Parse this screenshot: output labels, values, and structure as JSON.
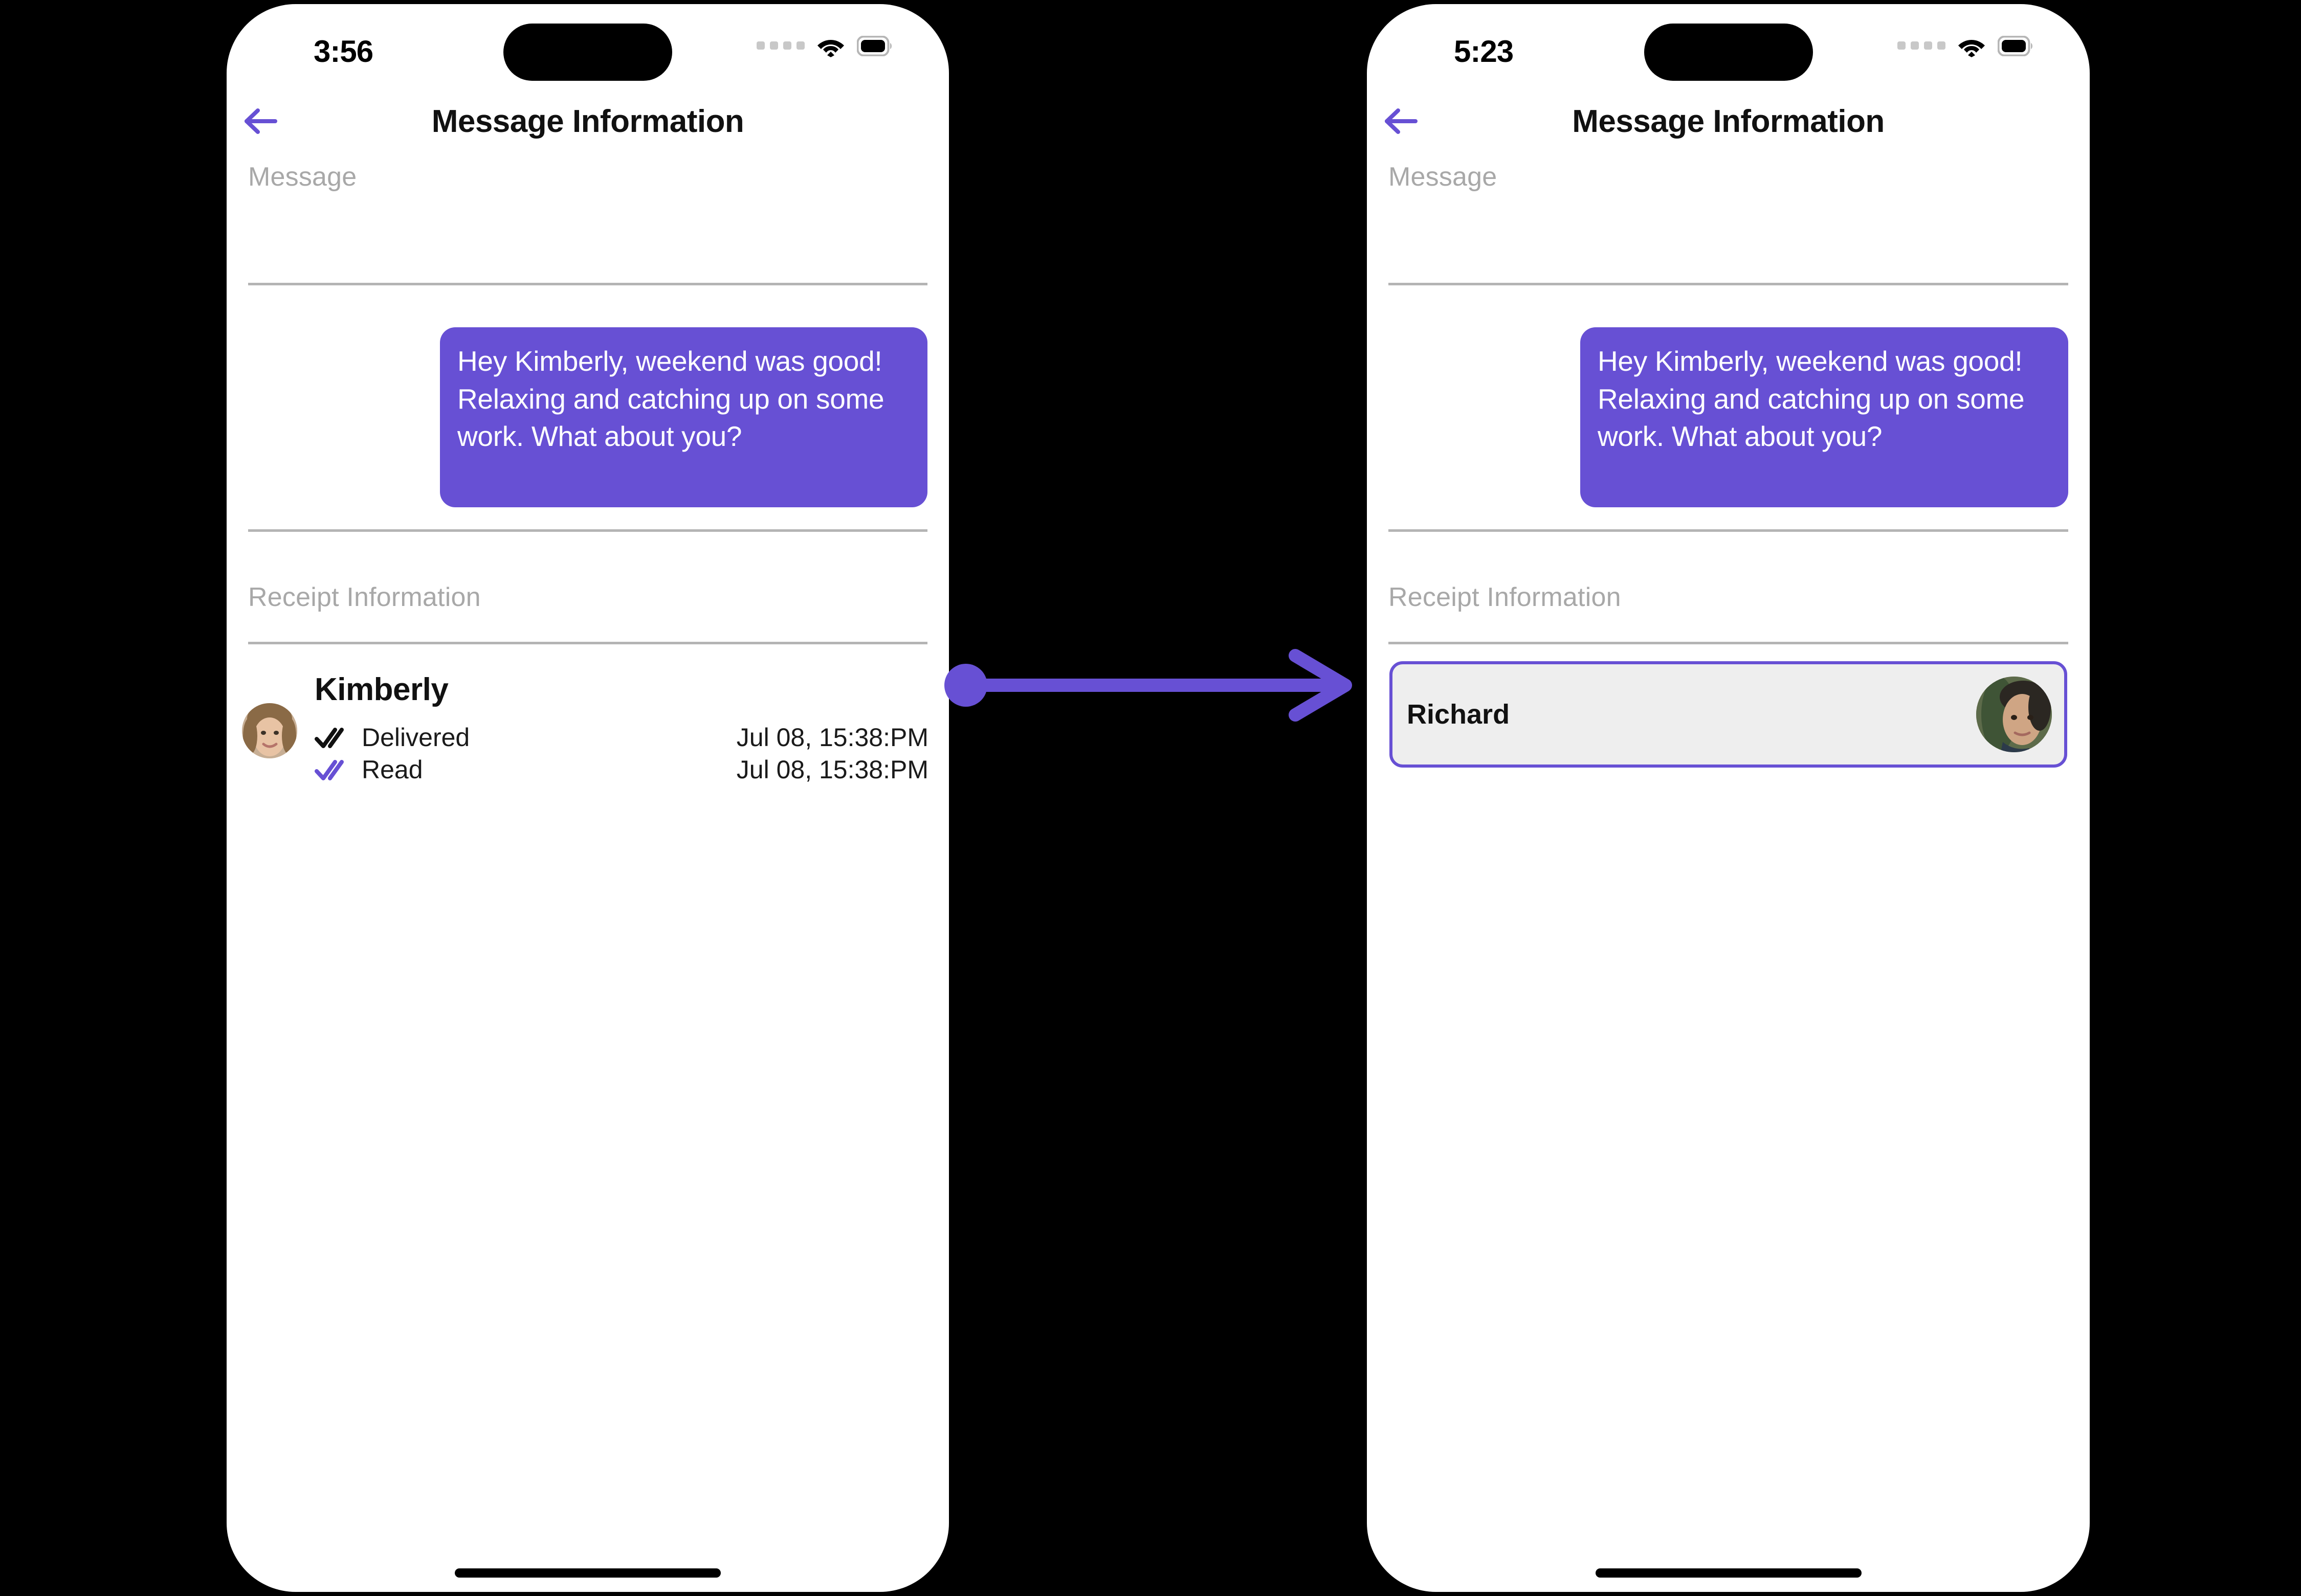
{
  "theme": {
    "accent": "#6750D4",
    "background": "#000000",
    "screen_bg": "#ffffff",
    "card_bg": "#eeeeee",
    "divider": "#b4b4b4",
    "muted_text": "#a8a8a8"
  },
  "screens": [
    {
      "id": "before",
      "status_bar": {
        "time": "3:56",
        "cellular_icon": "cellular-dots-icon",
        "wifi_icon": "wifi-icon",
        "battery_icon": "battery-full-icon"
      },
      "nav": {
        "back_icon": "back-arrow-icon",
        "title": "Message Information"
      },
      "sections": [
        {
          "label": "Message"
        },
        {
          "label": "Receipt Information"
        }
      ],
      "message": {
        "text": "Hey Kimberly, weekend was good!  Relaxing and catching up on some work. What about you?",
        "align": "right",
        "bubble_color": "#6750D4"
      },
      "receipts": [
        {
          "name": "Kimberly",
          "avatar": "kimberly-avatar",
          "statuses": [
            {
              "icon": "double-check-delivered-icon",
              "label": "Delivered",
              "timestamp": "Jul 08, 15:38:PM",
              "color": "#111111"
            },
            {
              "icon": "double-check-read-icon",
              "label": "Read",
              "timestamp": "Jul 08, 15:38:PM",
              "color": "#6750D4"
            }
          ]
        }
      ]
    },
    {
      "id": "after",
      "status_bar": {
        "time": "5:23",
        "cellular_icon": "cellular-dots-icon",
        "wifi_icon": "wifi-icon",
        "battery_icon": "battery-full-icon"
      },
      "nav": {
        "back_icon": "back-arrow-icon",
        "title": "Message Information"
      },
      "sections": [
        {
          "label": "Message"
        },
        {
          "label": "Receipt Information"
        }
      ],
      "message": {
        "text": "Hey Kimberly, weekend was good!  Relaxing and catching up on some work. What about you?",
        "align": "right",
        "bubble_color": "#6750D4"
      },
      "contact_card": {
        "name": "Richard",
        "avatar": "richard-avatar",
        "selected": true,
        "border_color": "#6750D4",
        "fill_color": "#eeeeee"
      }
    }
  ],
  "connector": {
    "type": "arrow",
    "color": "#6750D4",
    "from": "before-receipt-row",
    "to": "after-contact-card"
  }
}
